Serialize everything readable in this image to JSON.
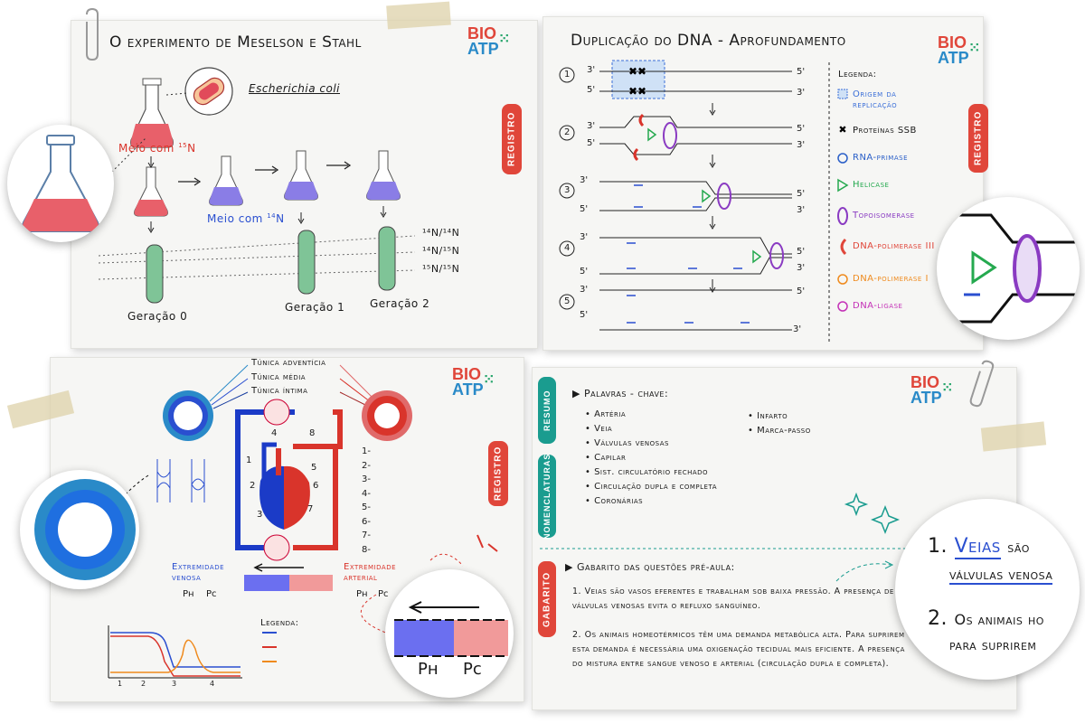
{
  "brand": {
    "line1": "BIO",
    "line2": "ATP",
    "spark": "⁙"
  },
  "card1": {
    "title": "O experimento de Meselson e Stahl",
    "organism": "Escherichia coli",
    "medium15": "Meio com",
    "medium15_sup": "15",
    "medium15_unit": "N",
    "medium14": "Meio com",
    "medium14_sup": "14",
    "medium14_unit": "N",
    "bands": [
      "¹⁴N/¹⁴N",
      "¹⁴N/¹⁵N",
      "¹⁵N/¹⁵N"
    ],
    "gen0": "Geração 0",
    "gen1": "Geração 1",
    "gen2": "Geração 2",
    "tab": "REGISTRO"
  },
  "card2": {
    "title": "Duplicação do DNA - Aprofundamento",
    "tab": "REGISTRO",
    "steps": [
      "1",
      "2",
      "3",
      "4",
      "5"
    ],
    "end3": "3'",
    "end5": "5'",
    "legend_title": "Legenda:",
    "legend": [
      {
        "icon": "origin-icon",
        "label": "Origem da replicação",
        "color": "#3b6fd8"
      },
      {
        "icon": "ssb-icon",
        "label": "Proteínas SSB",
        "color": "#1a1a1a"
      },
      {
        "icon": "primase-icon",
        "label": "RNA-primase",
        "color": "#2a5fc8"
      },
      {
        "icon": "helicase-icon",
        "label": "Helicase",
        "color": "#25a94f"
      },
      {
        "icon": "topoisomerase-icon",
        "label": "Topoisomerase",
        "color": "#8a3bc2"
      },
      {
        "icon": "polymerase3-icon",
        "label": "DNA-polimerase III",
        "color": "#e0463a"
      },
      {
        "icon": "polymerase1-icon",
        "label": "DNA-polimerase I",
        "color": "#ef8a1d"
      },
      {
        "icon": "ligase-icon",
        "label": "DNA-ligase",
        "color": "#c431b7"
      }
    ]
  },
  "card3": {
    "layers": [
      "Túnica adventícia",
      "Túnica média",
      "Túnica íntima"
    ],
    "heart_numbers": [
      "1",
      "2",
      "3",
      "4",
      "5",
      "6",
      "7",
      "8"
    ],
    "answer_lines": [
      "1-",
      "2-",
      "3-",
      "4-",
      "5-",
      "6-",
      "7-",
      "8-"
    ],
    "venous": "Extremidade venosa",
    "arterial": "Extremidade arterial",
    "ph": "Pн",
    "pc": "Pc",
    "legend_title": "Legenda:",
    "graph_ticks": [
      "1",
      "2",
      "3",
      "4"
    ],
    "tab": "REGISTRO",
    "colors": {
      "vein": "#2a4fd0",
      "artery": "#d9342b",
      "mix": "#ef8a1d"
    }
  },
  "card4": {
    "tab_resumo": "RESUMO",
    "tab_nomenclaturas": "NOMENCLATURAS",
    "tab_gabarito": "GABARITO",
    "keywords_title": "Palavras - chave:",
    "keywords_col1": [
      "Artéria",
      "Veia",
      "Válvulas venosas",
      "Capilar",
      "Sist. circulatório fechado",
      "Circulação dupla e completa",
      "Coronárias"
    ],
    "keywords_col2": [
      "Infarto",
      "Marca-passo"
    ],
    "answers_title": "Gabarito das questões pré-aula:",
    "answers": [
      {
        "n": "1.",
        "text": "Veias são vasos eferentes e trabalham sob baixa pressão. A presença de válvulas venosas evita o refluxo sanguíneo."
      },
      {
        "n": "2.",
        "text": "Os animais homeotérmicos têm uma demanda metabólica alta. Para suprirem esta demanda é necessária uma oxigenação tecidual mais eficiente. A presença do mistura entre sangue venoso e arterial (circulação dupla e completa)."
      }
    ],
    "zoom_line1a": "1.",
    "zoom_line1b": "Veias",
    "zoom_line1c": "são",
    "zoom_line2": "válvulas venosa",
    "zoom_line3a": "2.",
    "zoom_line3b": "Os animais ho",
    "zoom_line4": "para suprirem"
  }
}
